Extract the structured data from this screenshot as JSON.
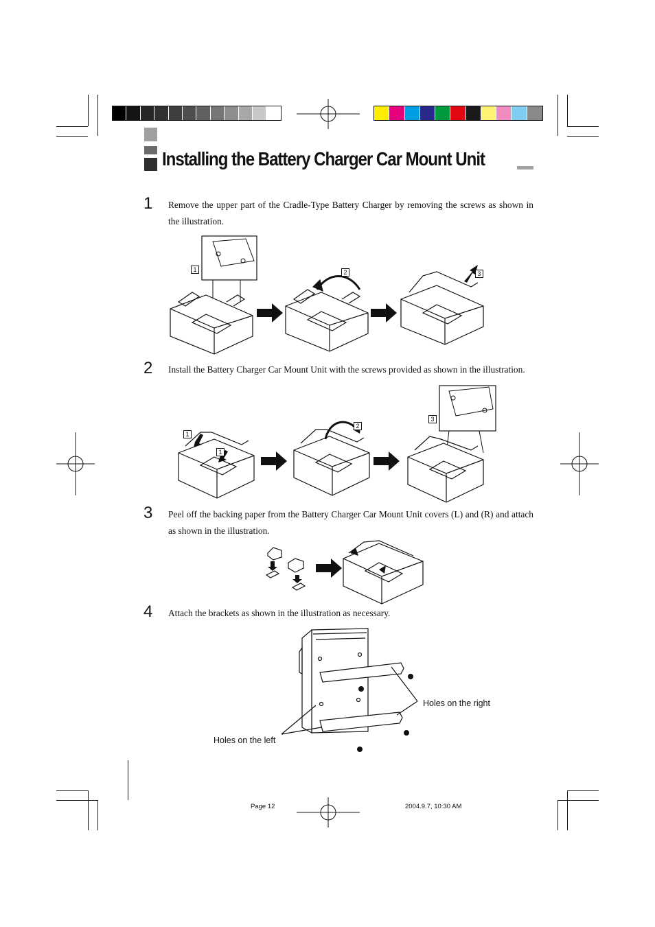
{
  "title": "Installing the Battery Charger Car Mount Unit",
  "steps": [
    {
      "number": "1",
      "text": "Remove the upper part of the Cradle-Type Battery Charger by removing the screws as shown in the illustration."
    },
    {
      "number": "2",
      "text": "Install the Battery Charger Car Mount Unit with the screws provided as shown in the illustration."
    },
    {
      "number": "3",
      "text": "Peel off the backing paper from the Battery Charger Car Mount Unit covers (L) and (R) and attach as shown in the illustration."
    },
    {
      "number": "4",
      "text": "Attach the brackets as shown in the illustration as necessary."
    }
  ],
  "callouts": {
    "one": "1",
    "two": "2",
    "three": "3"
  },
  "captions": {
    "holes_right": "Holes on the right",
    "holes_left": "Holes on the left"
  },
  "footer": {
    "page": "Page 12",
    "timestamp": "2004.9.7, 10:30 AM"
  },
  "colors": {
    "grayscale_bar": [
      "#000000",
      "#141414",
      "#262626",
      "#303030",
      "#3e3e3e",
      "#4e4e4e",
      "#606060",
      "#767676",
      "#8e8e8e",
      "#a8a8a8",
      "#c8c8c8",
      "#ffffff"
    ],
    "color_bar": [
      "#ffee00",
      "#e6007e",
      "#009fe3",
      "#2a2a8c",
      "#009a3e",
      "#e30613",
      "#1a1a1a",
      "#fff275",
      "#f08cc0",
      "#7fcdf0",
      "#8a8a8a"
    ],
    "title_marks": [
      "#a0a0a0",
      "#6a6a6a",
      "#2e2e2e"
    ]
  },
  "icons": [
    "registration-mark-icon",
    "arrow-right-icon",
    "charger-illustration",
    "bracket-illustration"
  ]
}
